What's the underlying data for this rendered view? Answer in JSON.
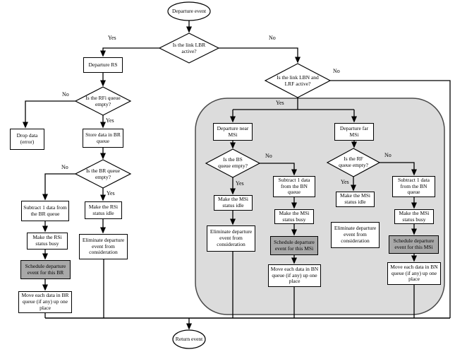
{
  "diagram": {
    "type": "flowchart",
    "terminals": {
      "start": "Departure event",
      "end": "Return event"
    },
    "decisions": {
      "lbr": "Is the link LBR active?",
      "lbn": "Is the link LBN and LRF active?",
      "rfi": "Is the RFi queue empty?",
      "br": "Is the BR queue empty?",
      "bs": "Is the BS queue empty?",
      "rf": "Is the RF queue empty?"
    },
    "processes": {
      "departure_rs": "Departure RS",
      "drop_data": "Drop data (error)",
      "store_br": "Store data in BR queue",
      "subtract_br": "Subtract 1 data from the BR queue",
      "make_rsi_idle": "Make the RSi status idle",
      "make_rsi_busy": "Make the RSi status busy",
      "eliminate_left": "Eliminate departure event from consideration",
      "schedule_br": "Schedule departure event for this BR",
      "move_br": "Move each data in BR queue (if any) up one place",
      "departure_near_msi": "Departure near MSi",
      "departure_far_msi": "Departure far MSi",
      "subtract_bn_mid": "Subtract 1 data from the BN queue",
      "make_msi_idle_mid": "Make the MSi status idle",
      "make_msi_busy_mid": "Make the MSi status busy",
      "eliminate_mid": "Eliminate departure event from consideration",
      "schedule_msi_mid": "Schedule departure event for this MSi",
      "move_bn_mid": "Move each data in BN queue (if any) up one place",
      "subtract_bn_far": "Subtract 1 data from the BN queue",
      "make_msi_idle_far": "Make the MSi status idle",
      "make_msi_busy_far": "Make the MSi status busy",
      "eliminate_far": "Eliminate departure event from consideration",
      "schedule_msi_far": "Schedule departure event for this MSi",
      "move_bn_far": "Move each data in BN queue (if any) up one place"
    },
    "branch_labels": {
      "yes": "Yes",
      "no": "No"
    },
    "colors": {
      "background": "#ffffff",
      "line": "#000000",
      "box_fill": "#ffffff",
      "container_fill": "#dcdcdc",
      "schedule_fill": "#a8a8a8"
    }
  }
}
